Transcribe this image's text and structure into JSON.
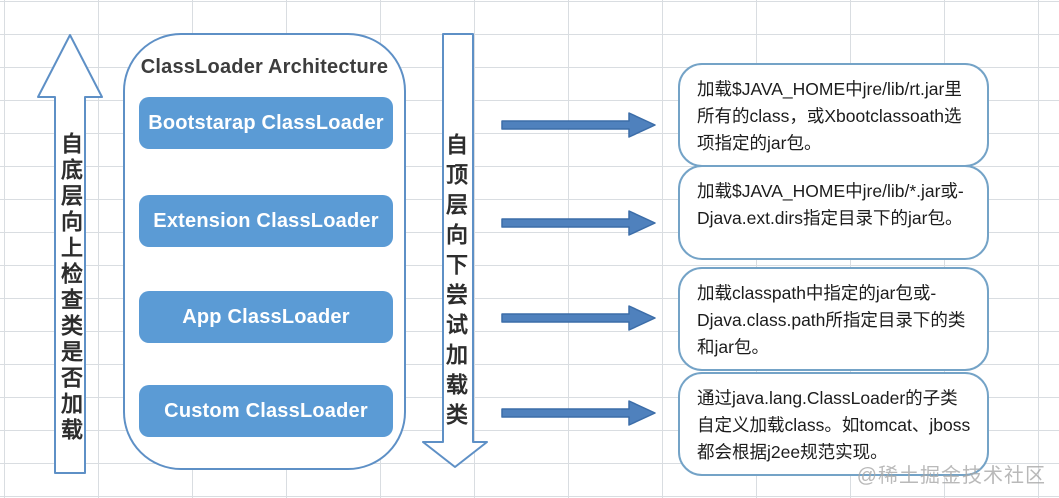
{
  "diagram": {
    "title": "ClassLoader Architecture",
    "left_flow_label": "自底层向上检查类是否加载",
    "middle_flow_label": "自顶层向下尝试加载类",
    "loaders": [
      {
        "label": "Bootstarap ClassLoader"
      },
      {
        "label": "Extension ClassLoader"
      },
      {
        "label": "App ClassLoader"
      },
      {
        "label": "Custom ClassLoader"
      }
    ],
    "notes": [
      {
        "text": "加载$JAVA_HOME中jre/lib/rt.jar里所有的class，或Xbootclassoath选项指定的jar包。"
      },
      {
        "text": "加载$JAVA_HOME中jre/lib/*.jar或-Djava.ext.dirs指定目录下的jar包。"
      },
      {
        "text": "加载classpath中指定的jar包或-Djava.class.path所指定目录下的类和jar包。"
      },
      {
        "text": "通过java.lang.ClassLoader的子类自定义加载class。如tomcat、jboss都会根据j2ee规范实现。"
      }
    ],
    "watermark": "@稀土掘金技术社区",
    "colors": {
      "loader_box_fill": "#5b9bd5",
      "outline_blue": "#5e90c6",
      "arrow_fill": "#4f81bd",
      "arrow_border": "#3c6da8",
      "note_border": "#74a3c7",
      "grid_line": "#d9dde1"
    }
  }
}
